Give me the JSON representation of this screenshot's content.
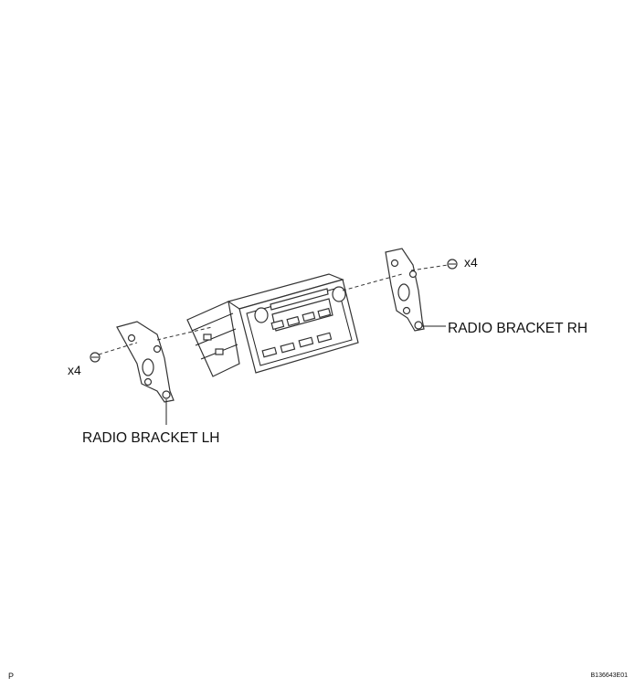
{
  "labels": {
    "bracket_rh": "RADIO BRACKET RH",
    "bracket_lh": "RADIO BRACKET LH",
    "qty_right": "x4",
    "qty_left": "x4",
    "corner_left": "P",
    "figure_id": "B136643E01"
  }
}
